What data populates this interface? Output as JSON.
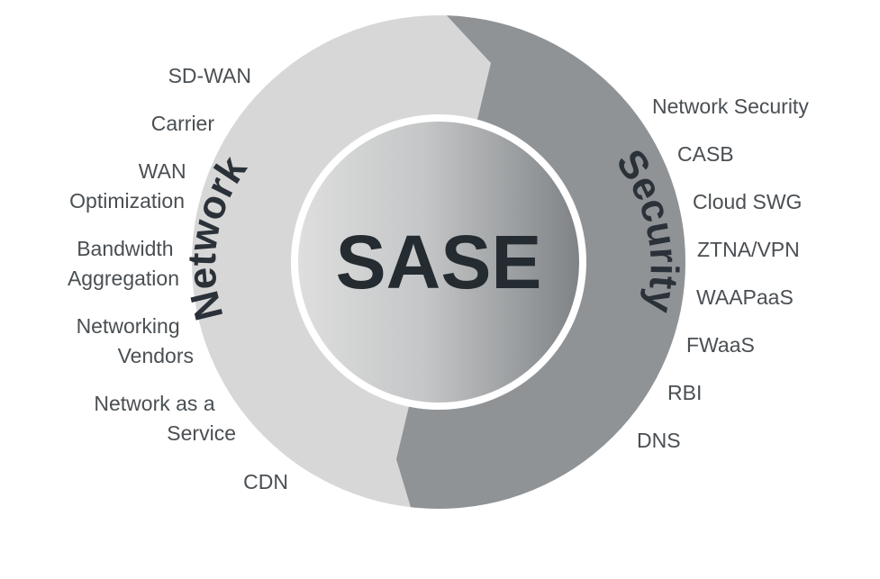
{
  "diagram": {
    "center": "SASE",
    "left_arc": "Network",
    "right_arc": "Security",
    "network_items": [
      [
        "SD-WAN"
      ],
      [
        "Carrier"
      ],
      [
        "WAN",
        "Optimization"
      ],
      [
        "Bandwidth",
        "Aggregation"
      ],
      [
        "Networking",
        "Vendors"
      ],
      [
        "Network as a",
        "Service"
      ],
      [
        "CDN"
      ]
    ],
    "security_items": [
      "Network Security",
      "CASB",
      "Cloud SWG",
      "ZTNA/VPN",
      "WAAPaaS",
      "FWaaS",
      "RBI",
      "DNS"
    ]
  },
  "colors": {
    "network_ring": "#d7d7d7",
    "security_ring": "#8f9396",
    "center_light": "#dcdcdc",
    "center_dark": "#7f8386",
    "text": "#4a4f53",
    "title_text": "#242b31"
  }
}
